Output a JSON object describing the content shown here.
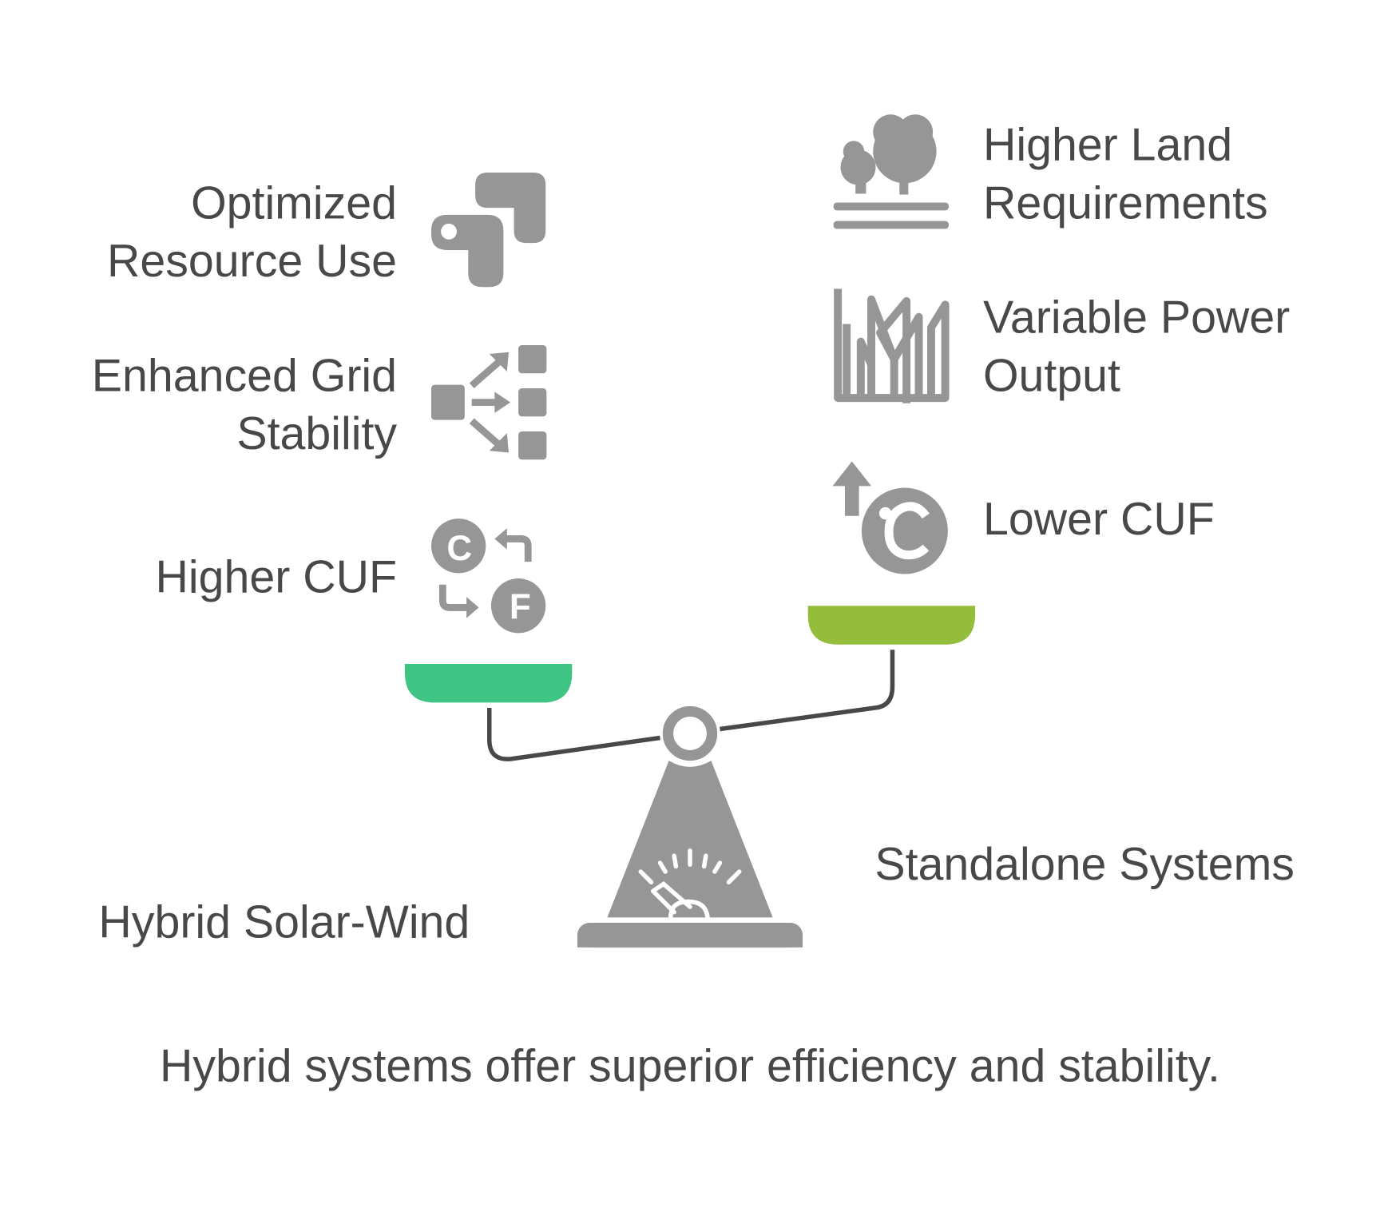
{
  "left": {
    "title": "Hybrid Solar-Wind",
    "color": "#3ec483",
    "items": [
      {
        "line1": "Optimized",
        "line2": "Resource Use",
        "icon": "puzzle-pieces-icon"
      },
      {
        "line1": "Enhanced Grid",
        "line2": "Stability",
        "icon": "distribution-flow-icon"
      },
      {
        "line1": "Higher CUF",
        "line2": "",
        "icon": "celsius-fahrenheit-conversion-icon"
      }
    ]
  },
  "right": {
    "title": "Standalone Systems",
    "color": "#93bd3b",
    "items": [
      {
        "line1": "Higher Land",
        "line2": "Requirements",
        "icon": "trees-land-icon"
      },
      {
        "line1": "Variable Power",
        "line2": "Output",
        "icon": "fluctuating-chart-icon"
      },
      {
        "line1": "Lower CUF",
        "line2": "",
        "icon": "temperature-up-icon"
      }
    ]
  },
  "conclusion": "Hybrid systems offer superior efficiency and stability."
}
